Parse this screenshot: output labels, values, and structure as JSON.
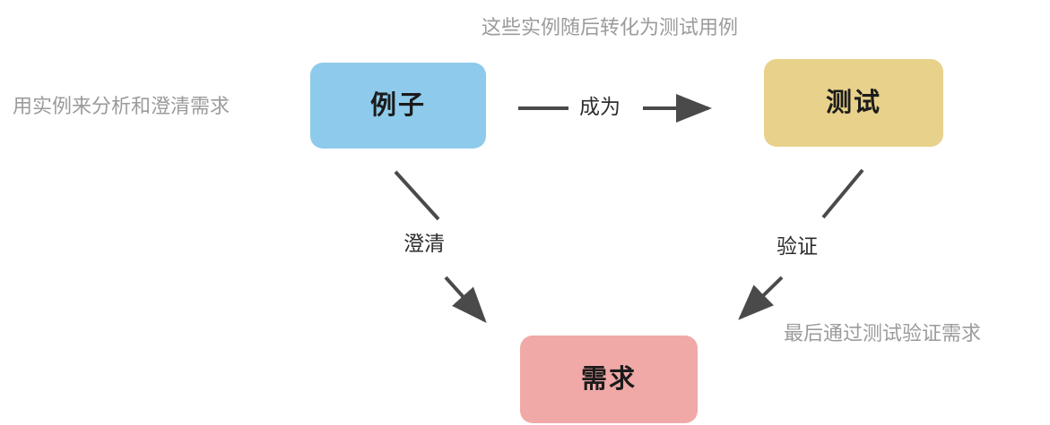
{
  "diagram": {
    "title_captions": {
      "top": "这些实例随后转化为测试用例",
      "left": "用实例来分析和澄清需求",
      "bottom_right": "最后通过测试验证需求"
    },
    "nodes": [
      {
        "id": "example",
        "label": "例子",
        "color": "#8ECAEB"
      },
      {
        "id": "test",
        "label": "测试",
        "color": "#E8D18A"
      },
      {
        "id": "requirement",
        "label": "需求",
        "color": "#F0A9A7"
      }
    ],
    "edges": [
      {
        "id": "example-to-test",
        "label": "成为",
        "from": "例子",
        "to": "测试"
      },
      {
        "id": "example-to-requirement",
        "label": "澄清",
        "from": "例子",
        "to": "需求"
      },
      {
        "id": "test-to-requirement",
        "label": "验证",
        "from": "测试",
        "to": "需求"
      }
    ],
    "colors": {
      "caption_text": "#9B9B9B",
      "edge_stroke": "#4a4a4a",
      "node_text": "#1b1b1b",
      "background": "#ffffff"
    }
  }
}
